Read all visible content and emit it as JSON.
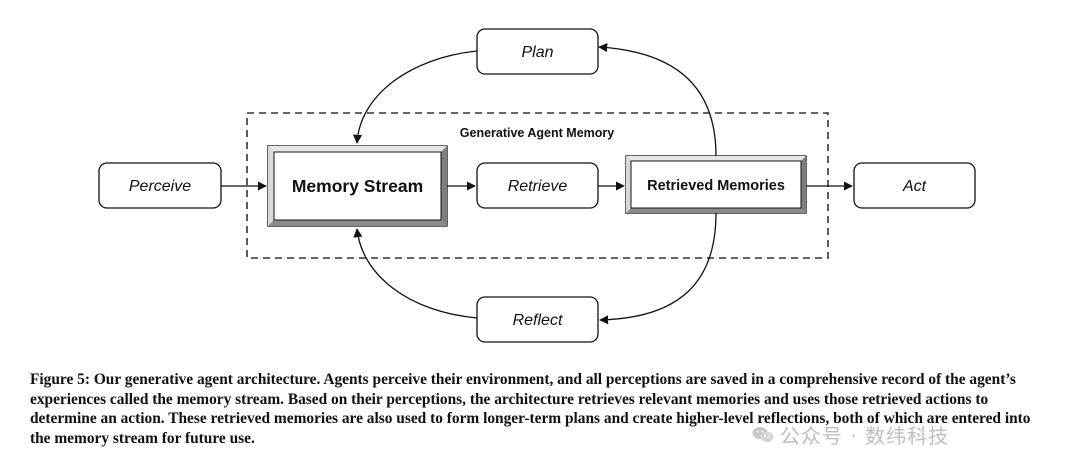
{
  "diagram": {
    "group_label": "Generative Agent Memory",
    "nodes": {
      "perceive": "Perceive",
      "memory_stream": "Memory Stream",
      "retrieve": "Retrieve",
      "retrieved_memories": "Retrieved Memories",
      "act": "Act",
      "plan": "Plan",
      "reflect": "Reflect"
    }
  },
  "caption": {
    "text": "Figure 5: Our generative agent architecture. Agents perceive their environment, and all perceptions are saved in a comprehensive record of the agent’s experiences called the memory stream. Based on their perceptions, the architecture retrieves relevant memories and uses those retrieved actions to determine an action. These retrieved memories are also used to form longer-term plans and create higher-level reflections, both of which are entered into the memory stream for future use."
  },
  "watermark": {
    "text": "公众号 · 数纬科技",
    "icon": "wechat-icon"
  }
}
